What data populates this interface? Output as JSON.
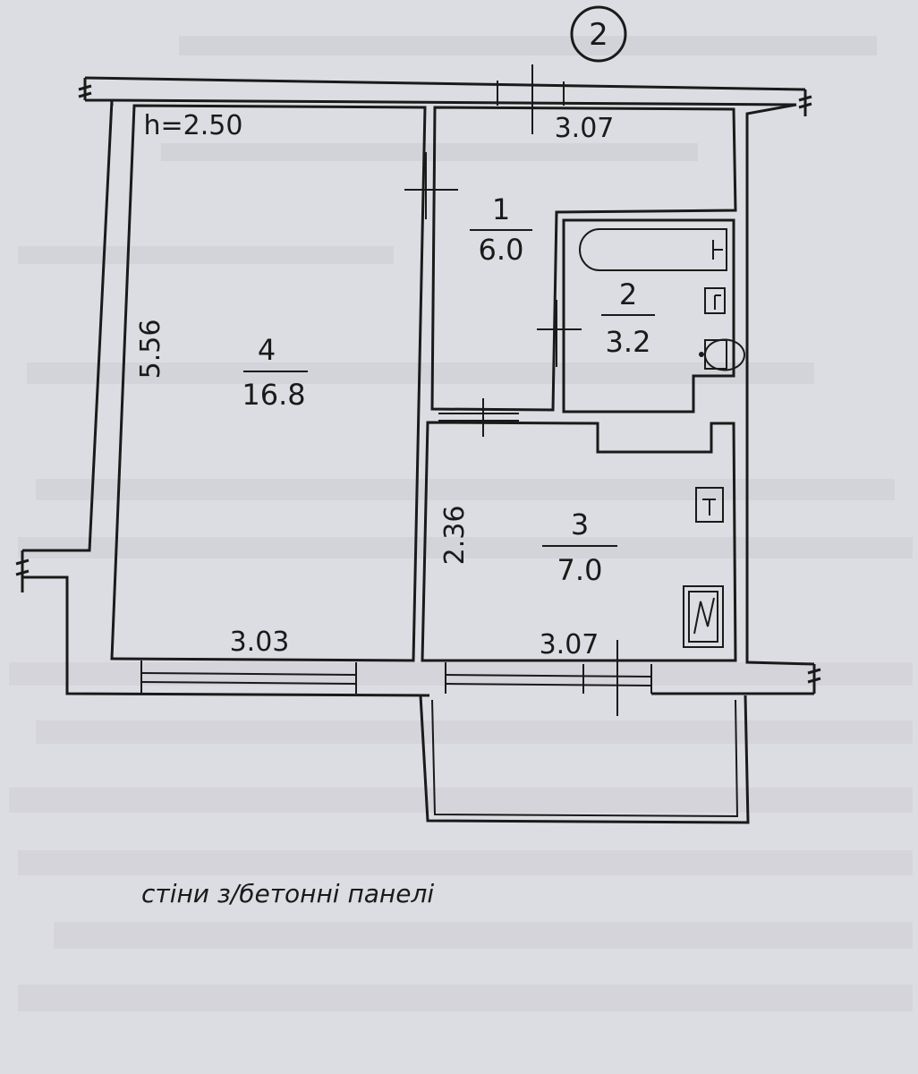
{
  "plan": {
    "number": "2",
    "ceiling_height": "h=2.50",
    "rooms": [
      {
        "number": "1",
        "area": "6.0"
      },
      {
        "number": "2",
        "area": "3.2"
      },
      {
        "number": "3",
        "area": "7.0"
      },
      {
        "number": "4",
        "area": "16.8"
      }
    ],
    "dimensions": {
      "top_right_width": "3.07",
      "room4_length": "5.56",
      "room4_width": "3.03",
      "room3_length": "2.36",
      "room3_width": "3.07"
    },
    "note": "стіни з/бетонні панелі"
  }
}
